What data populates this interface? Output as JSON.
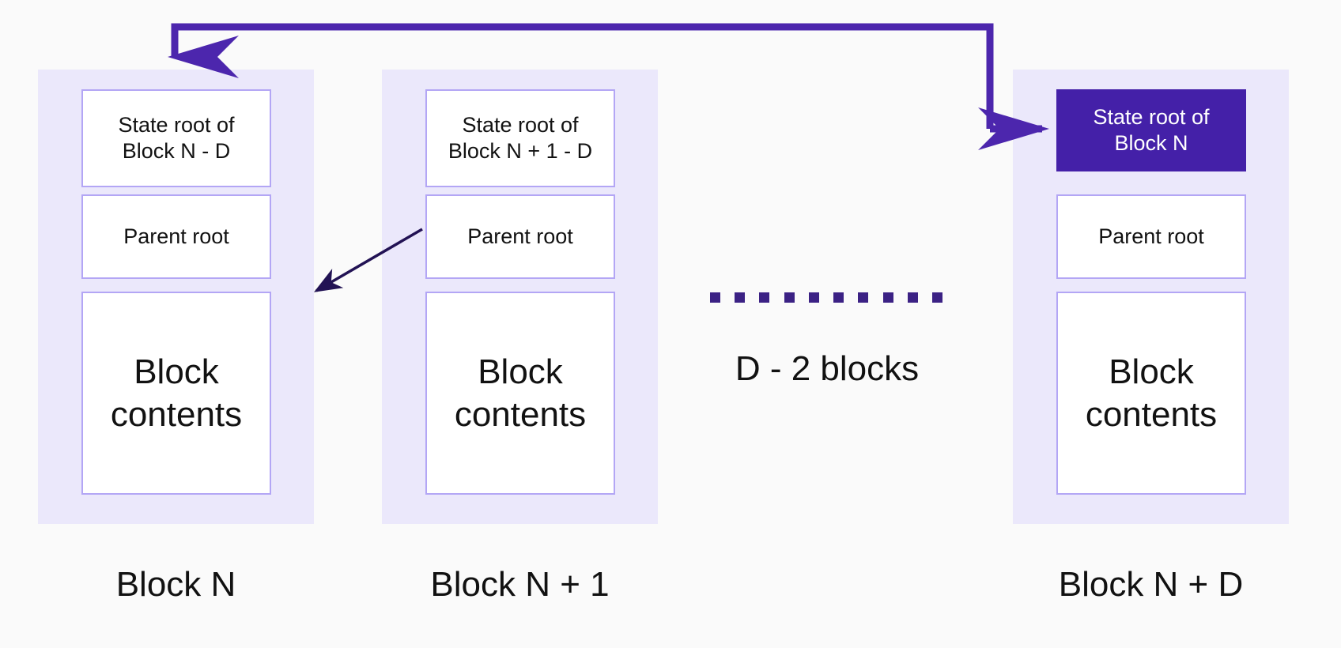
{
  "diagram": {
    "title": "Blockchain deferred state root diagram",
    "background_color": "#fafafa",
    "column_color": "#ebe8fb",
    "box_border_color": "#b3a6f5",
    "highlight_color": "#4420a8",
    "arrow_color": "#4c26ad",
    "thin_arrow_color": "#221254",
    "dot_color": "#3b2184"
  },
  "columns": [
    {
      "caption": "Block N",
      "fields": [
        {
          "label": "State root of\nBlock N - D",
          "highlighted": false
        },
        {
          "label": "Parent root",
          "highlighted": false
        },
        {
          "label": "Block\ncontents",
          "highlighted": false
        }
      ]
    },
    {
      "caption": "Block N + 1",
      "fields": [
        {
          "label": "State root of\nBlock N + 1 - D",
          "highlighted": false
        },
        {
          "label": "Parent root",
          "highlighted": false
        },
        {
          "label": "Block\ncontents",
          "highlighted": false
        }
      ]
    },
    {
      "caption": "Block N + D",
      "fields": [
        {
          "label": "State root of\nBlock N",
          "highlighted": true
        },
        {
          "label": "Parent root",
          "highlighted": false
        },
        {
          "label": "Block\ncontents",
          "highlighted": false
        }
      ]
    }
  ],
  "gap": {
    "caption": "D - 2 blocks",
    "dot_count": 10
  }
}
